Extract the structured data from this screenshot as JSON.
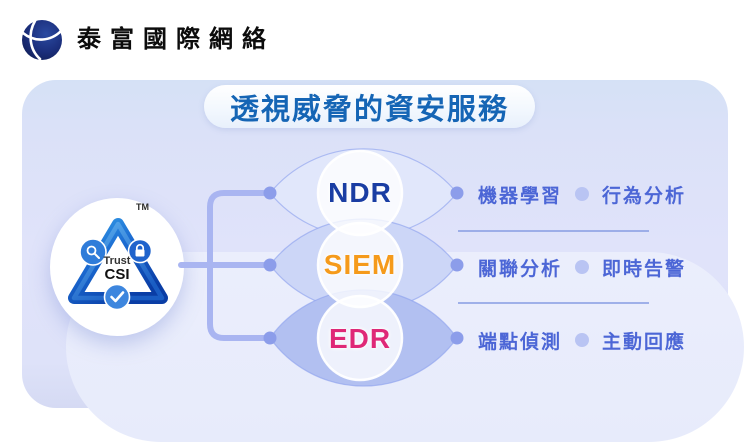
{
  "brand": {
    "name": "泰富國際網絡",
    "logo": "globe-icon"
  },
  "panel": {
    "title": "透視威脅的資安服務"
  },
  "badge": {
    "line1": "Trust",
    "line2": "CSI",
    "tm": "TM",
    "icons": [
      "search-icon",
      "lock-icon",
      "check-icon"
    ]
  },
  "services": [
    {
      "id": "ndr",
      "label": "NDR",
      "features": [
        "機器學習",
        "行為分析"
      ]
    },
    {
      "id": "siem",
      "label": "SIEM",
      "features": [
        "關聯分析",
        "即時告警"
      ]
    },
    {
      "id": "edr",
      "label": "EDR",
      "features": [
        "端點偵測",
        "主動回應"
      ]
    }
  ],
  "colors": {
    "title_blue": "#1565b5",
    "ndr": "#1a3da3",
    "siem": "#f59a1b",
    "edr": "#df2877",
    "feature_label": "#4c66d6",
    "connector": "#a9b5f1",
    "panel_lavender": "#dee2f9",
    "eye_ndr_fill": "#e1e7fb",
    "eye_siem_fill": "#ccd6f7",
    "eye_edr_fill": "#b2c0f1"
  }
}
